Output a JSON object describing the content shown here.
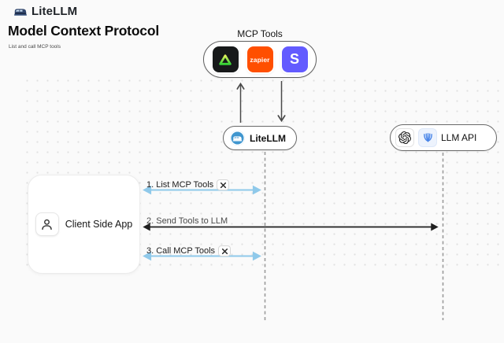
{
  "colors": {
    "background": "#FAFAFA",
    "blue_arrow": "#8FC9EA",
    "dark_arrow": "#1F1F1F",
    "lifeline_gray": "#9B9B9B",
    "zapier_orange": "#FF4F00",
    "stripe_purple": "#635BFF",
    "triangle_green_top": "#E4F25C",
    "triangle_green_bottom": "#36D436",
    "litellm_badge_blue": "#3F96CF"
  },
  "header": {
    "brand": "LiteLLM",
    "title": "Model Context Protocol",
    "subtitle": "List and call MCP tools"
  },
  "diagram": {
    "mcp_tools": {
      "label": "MCP Tools",
      "tools": [
        {
          "name": "green-triangle-app"
        },
        {
          "name": "zapier",
          "label": "zapier"
        },
        {
          "name": "stripe",
          "label": "S"
        }
      ]
    },
    "litellm_node": {
      "label": "LiteLLM"
    },
    "llm_api_node": {
      "label": "LLM API",
      "providers": [
        "openai",
        "blue-llm-provider"
      ]
    },
    "client_node": {
      "label": "Client Side App"
    },
    "messages": [
      {
        "label": "1. List MCP Tools",
        "style": "blue",
        "tools_icon": true
      },
      {
        "label": "2. Send Tools to LLM",
        "style": "dark",
        "tools_icon": false
      },
      {
        "label": "3. Call MCP Tools",
        "style": "blue",
        "tools_icon": true
      }
    ]
  }
}
